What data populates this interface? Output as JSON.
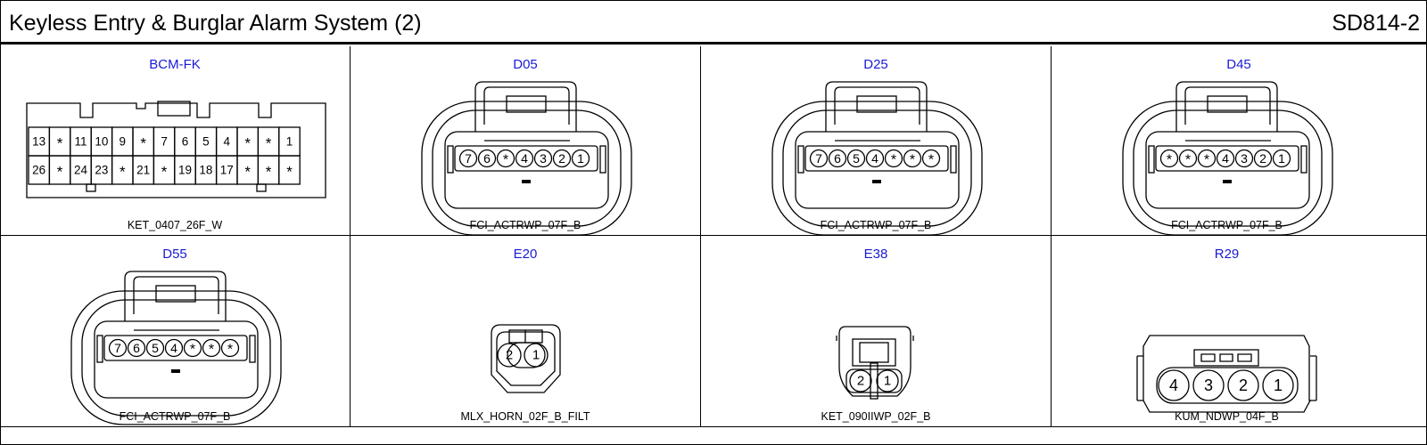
{
  "header": {
    "title": "Keyless Entry & Burglar Alarm System (2)",
    "code": "SD814-2"
  },
  "connectors": [
    {
      "name": "BCM-FK",
      "part": "KET_0407_26F_W",
      "style": "bcm",
      "rows": [
        [
          "13",
          "*",
          "11",
          "10",
          "9",
          "*",
          "7",
          "6",
          "5",
          "4",
          "*",
          "*",
          "1"
        ],
        [
          "26",
          "*",
          "24",
          "23",
          "*",
          "21",
          "*",
          "19",
          "18",
          "17",
          "*",
          "*",
          "*"
        ]
      ]
    },
    {
      "name": "D05",
      "part": "FCI_ACTRWP_07F_B",
      "style": "fci",
      "pins": [
        "7",
        "6",
        "*",
        "4",
        "3",
        "2",
        "1"
      ]
    },
    {
      "name": "D25",
      "part": "FCI_ACTRWP_07F_B",
      "style": "fci",
      "pins": [
        "7",
        "6",
        "5",
        "4",
        "*",
        "*",
        "*"
      ]
    },
    {
      "name": "D45",
      "part": "FCI_ACTRWP_07F_B",
      "style": "fci",
      "pins": [
        "*",
        "*",
        "*",
        "4",
        "3",
        "2",
        "1"
      ]
    },
    {
      "name": "D55",
      "part": "FCI_ACTRWP_07F_B",
      "style": "fci",
      "pins": [
        "7",
        "6",
        "5",
        "4",
        "*",
        "*",
        "*"
      ]
    },
    {
      "name": "E20",
      "part": "MLX_HORN_02F_B_FILT",
      "style": "horn",
      "pins": [
        "2",
        "1"
      ]
    },
    {
      "name": "E38",
      "part": "KET_090IIWP_02F_B",
      "style": "ket2",
      "pins": [
        "2",
        "1"
      ]
    },
    {
      "name": "R29",
      "part": "KUM_NDWP_04F_B",
      "style": "kum4",
      "pins": [
        "4",
        "3",
        "2",
        "1"
      ]
    }
  ]
}
